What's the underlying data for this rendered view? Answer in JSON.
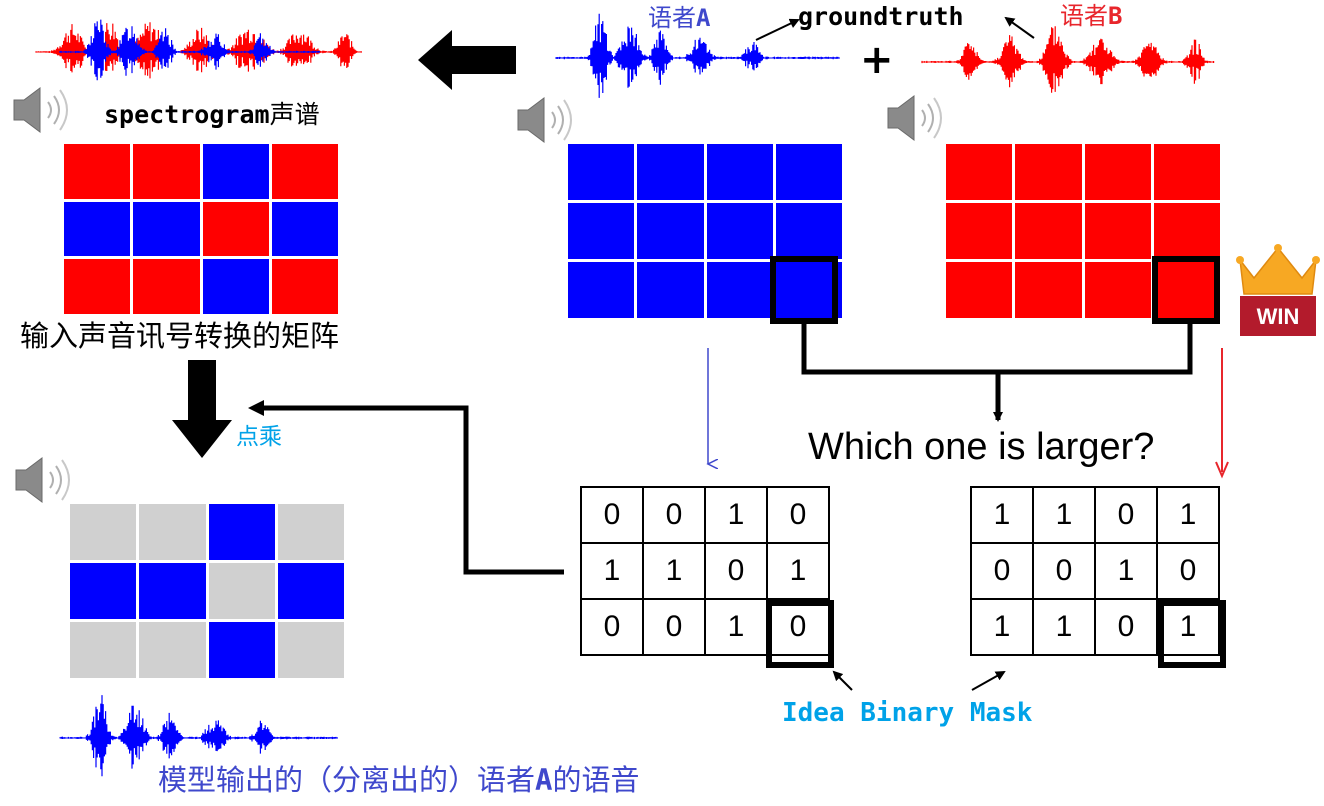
{
  "labels": {
    "speaker_a_zh": "语者",
    "speaker_a_letter": "A",
    "groundtruth": "groundtruth",
    "speaker_b_zh": "语者",
    "speaker_b_letter": "B",
    "plus": "+",
    "spectrogram": "spectrogram",
    "spectrogram_zh": "声谱",
    "input_matrix": "输入声音讯号转换的矩阵",
    "dot_product": "点乘",
    "question": "Which one is larger?",
    "mask_name": "Idea Binary Mask",
    "output_prefix": "模型输出的（分离出的）语者",
    "output_letter": "A",
    "output_suffix": "的语音",
    "win_badge": "WIN"
  },
  "colors": {
    "red": "#ff0000",
    "blue": "#0000ff",
    "gray": "#d0d0d0",
    "label_blue": "#3f48cc",
    "label_red": "#e8262c",
    "cyan": "#00a2e8",
    "crown": "#f7a823",
    "badge": "#b31b2c"
  },
  "mixture_spectrogram": [
    [
      "red",
      "red",
      "blue",
      "red"
    ],
    [
      "blue",
      "blue",
      "red",
      "blue"
    ],
    [
      "red",
      "red",
      "blue",
      "red"
    ]
  ],
  "speaker_a_spectrogram": [
    [
      "blue",
      "blue",
      "blue",
      "blue"
    ],
    [
      "blue",
      "blue",
      "blue",
      "blue"
    ],
    [
      "blue",
      "blue",
      "blue",
      "blue"
    ]
  ],
  "speaker_b_spectrogram": [
    [
      "red",
      "red",
      "red",
      "red"
    ],
    [
      "red",
      "red",
      "red",
      "red"
    ],
    [
      "red",
      "red",
      "red",
      "red"
    ]
  ],
  "output_spectrogram": [
    [
      "gray",
      "gray",
      "blue",
      "gray"
    ],
    [
      "blue",
      "blue",
      "gray",
      "blue"
    ],
    [
      "gray",
      "gray",
      "blue",
      "gray"
    ]
  ],
  "mask_a": [
    [
      "0",
      "0",
      "1",
      "0"
    ],
    [
      "1",
      "1",
      "0",
      "1"
    ],
    [
      "0",
      "0",
      "1",
      "0"
    ]
  ],
  "mask_b": [
    [
      "1",
      "1",
      "0",
      "1"
    ],
    [
      "0",
      "0",
      "1",
      "0"
    ],
    [
      "1",
      "1",
      "0",
      "1"
    ]
  ]
}
